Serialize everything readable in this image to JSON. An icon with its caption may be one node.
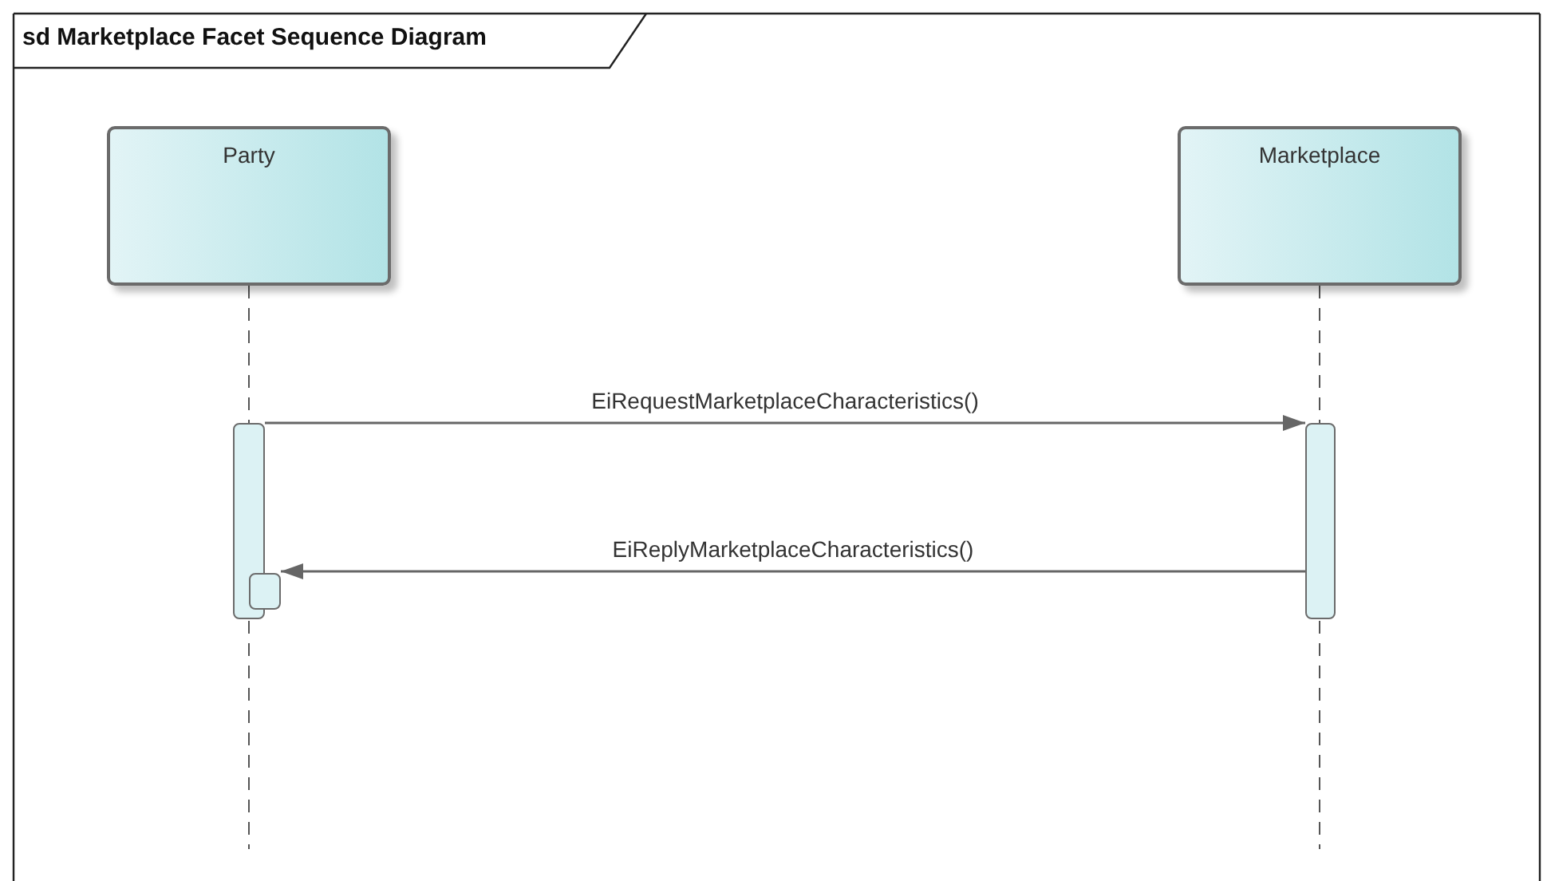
{
  "diagram": {
    "title": "sd Marketplace Facet Sequence Diagram",
    "nodes": [
      {
        "text": [
          "Party"
        ]
      },
      {
        "text": [
          "Marketplace"
        ]
      },
      {
        "text": [],
        "shape": "bar"
      },
      {
        "text": [],
        "shape": "bar"
      },
      {
        "text": [],
        "shape": "bar"
      }
    ],
    "edges": [
      {
        "from": 2,
        "to": 3,
        "arrow": "to",
        "label": "EiRequestMarketplaceCharacteristics()"
      },
      {
        "from": 3,
        "to": 4,
        "arrow": "to",
        "label": "EiReplyMarketplaceCharacteristics()"
      }
    ]
  }
}
